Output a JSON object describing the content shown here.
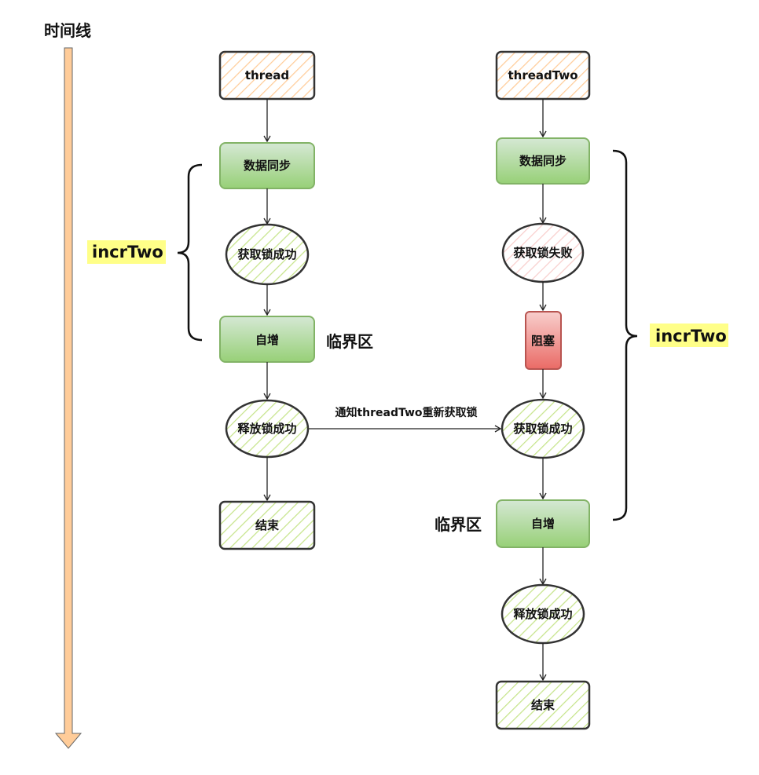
{
  "timeline": {
    "label": "时间线",
    "color": "#ffcc99"
  },
  "thread_one": {
    "start": "thread",
    "sync": "数据同步",
    "acquire": "获取锁成功",
    "increment": "自增",
    "critical_section": "临界区",
    "release": "释放锁成功",
    "end": "结束",
    "bracket_label": "incrTwo"
  },
  "thread_two": {
    "start": "threadTwo",
    "sync": "数据同步",
    "acquire_fail": "获取锁失败",
    "blocked": "阻塞",
    "acquire": "获取锁成功",
    "increment": "自增",
    "critical_section": "临界区",
    "release": "释放锁成功",
    "end": "结束",
    "bracket_label": "incrTwo"
  },
  "notify_edge": {
    "label": "通知threadTwo重新获取锁"
  },
  "colors": {
    "start_hatch": "#ffcc99",
    "green_fill_top": "#d5e8d4",
    "green_fill_bottom": "#97d077",
    "green_stroke": "#82b366",
    "success_hatch": "#c6e48b",
    "fail_hatch": "#f8cecc",
    "blocked_fill_top": "#f8cecc",
    "blocked_fill_bottom": "#ea6b66",
    "blocked_stroke": "#b85450",
    "highlight": "#ffff88"
  }
}
